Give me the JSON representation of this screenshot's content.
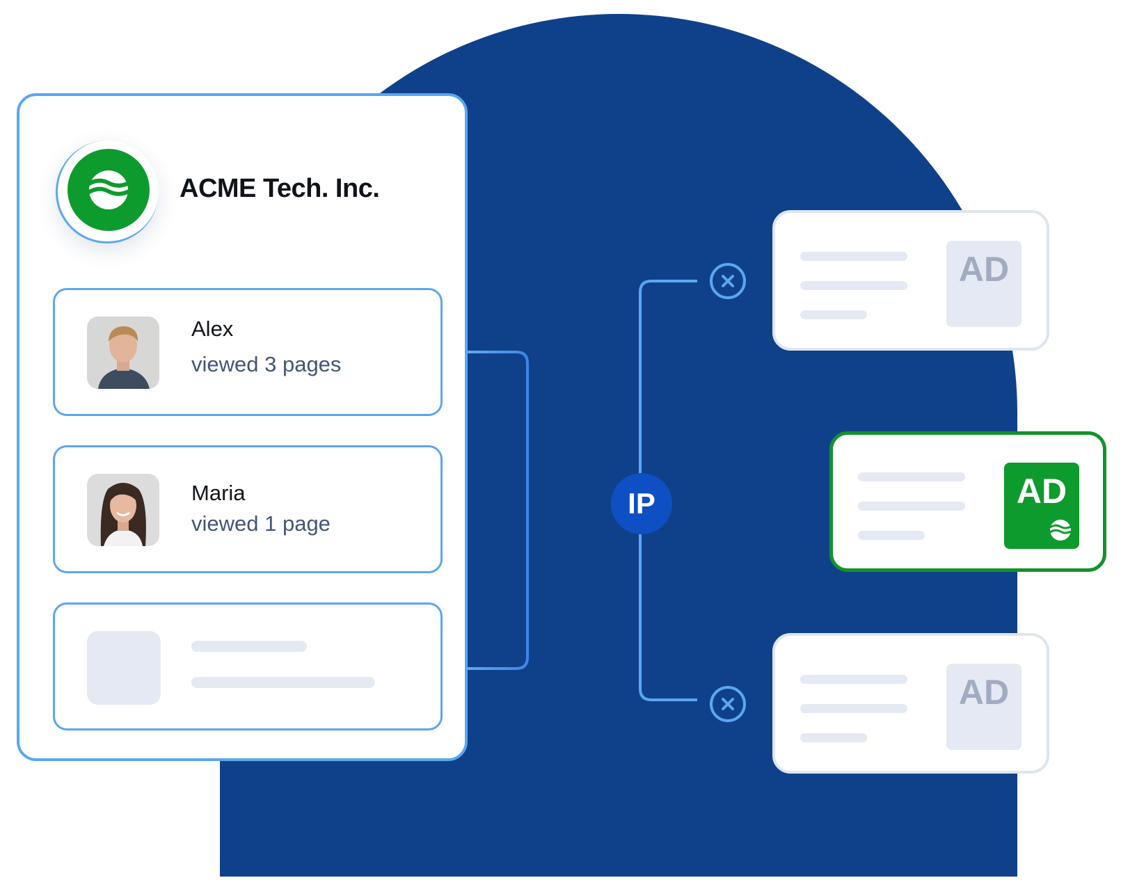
{
  "company": {
    "name": "ACME Tech. Inc.",
    "logo_icon": "acme-wave-logo",
    "logo_color": "#0e9b2d"
  },
  "visitors": [
    {
      "name": "Alex",
      "activity": "viewed 3 pages",
      "avatar": "alex-photo"
    },
    {
      "name": "Maria",
      "activity": "viewed 1 page",
      "avatar": "maria-photo"
    }
  ],
  "ip_badge": {
    "label": "IP"
  },
  "ads": [
    {
      "label": "AD",
      "status": "rejected",
      "status_icon": "close-circle-icon"
    },
    {
      "label": "AD",
      "status": "selected"
    },
    {
      "label": "AD",
      "status": "rejected",
      "status_icon": "close-circle-icon"
    }
  ],
  "colors": {
    "background_arch": "#0f418b",
    "accent_blue": "#5aa7f0",
    "ip_blue": "#0e4fc4",
    "selected_green": "#12932b",
    "placeholder": "#e4e9f4"
  }
}
